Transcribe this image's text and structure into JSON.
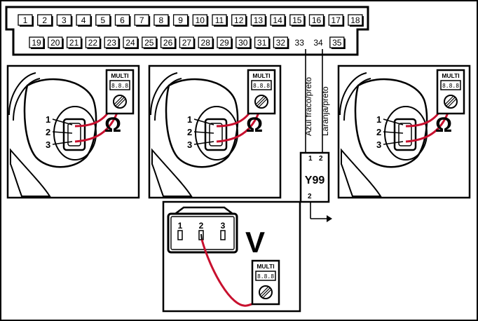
{
  "connector": {
    "row1": [
      "1",
      "2",
      "3",
      "4",
      "5",
      "6",
      "7",
      "8",
      "9",
      "10",
      "11",
      "12",
      "13",
      "14",
      "15",
      "16",
      "17",
      "18"
    ],
    "row2": [
      "19",
      "20",
      "21",
      "22",
      "23",
      "24",
      "25",
      "26",
      "27",
      "28",
      "29",
      "30",
      "31",
      "32",
      "33",
      "34",
      "35"
    ],
    "wired_pins": [
      "33",
      "34"
    ]
  },
  "meter": {
    "label": "MULTI",
    "readout": "8.8.8"
  },
  "injector_panels": [
    {
      "pins": [
        "1",
        "2",
        "3"
      ],
      "unit_symbol": "Ω"
    },
    {
      "pins": [
        "1",
        "2",
        "3"
      ],
      "unit_symbol": "Ω"
    },
    {
      "pins": [
        "1",
        "2",
        "3"
      ],
      "unit_symbol": "Ω"
    }
  ],
  "sensor_panel": {
    "pins": [
      "1",
      "2",
      "3"
    ],
    "unit_symbol": "V"
  },
  "component": {
    "label": "Y99",
    "pin_top_left": "1",
    "pin_top_right": "2",
    "pin_bottom": "2"
  },
  "wires": {
    "pin33_color": "Azul fraco/preto",
    "pin34_color": "Laranja/preto"
  },
  "colors": {
    "probe_wire": "#c8102e",
    "line": "#000000",
    "panel_bg": "#ffffff",
    "frame": "#000000"
  }
}
